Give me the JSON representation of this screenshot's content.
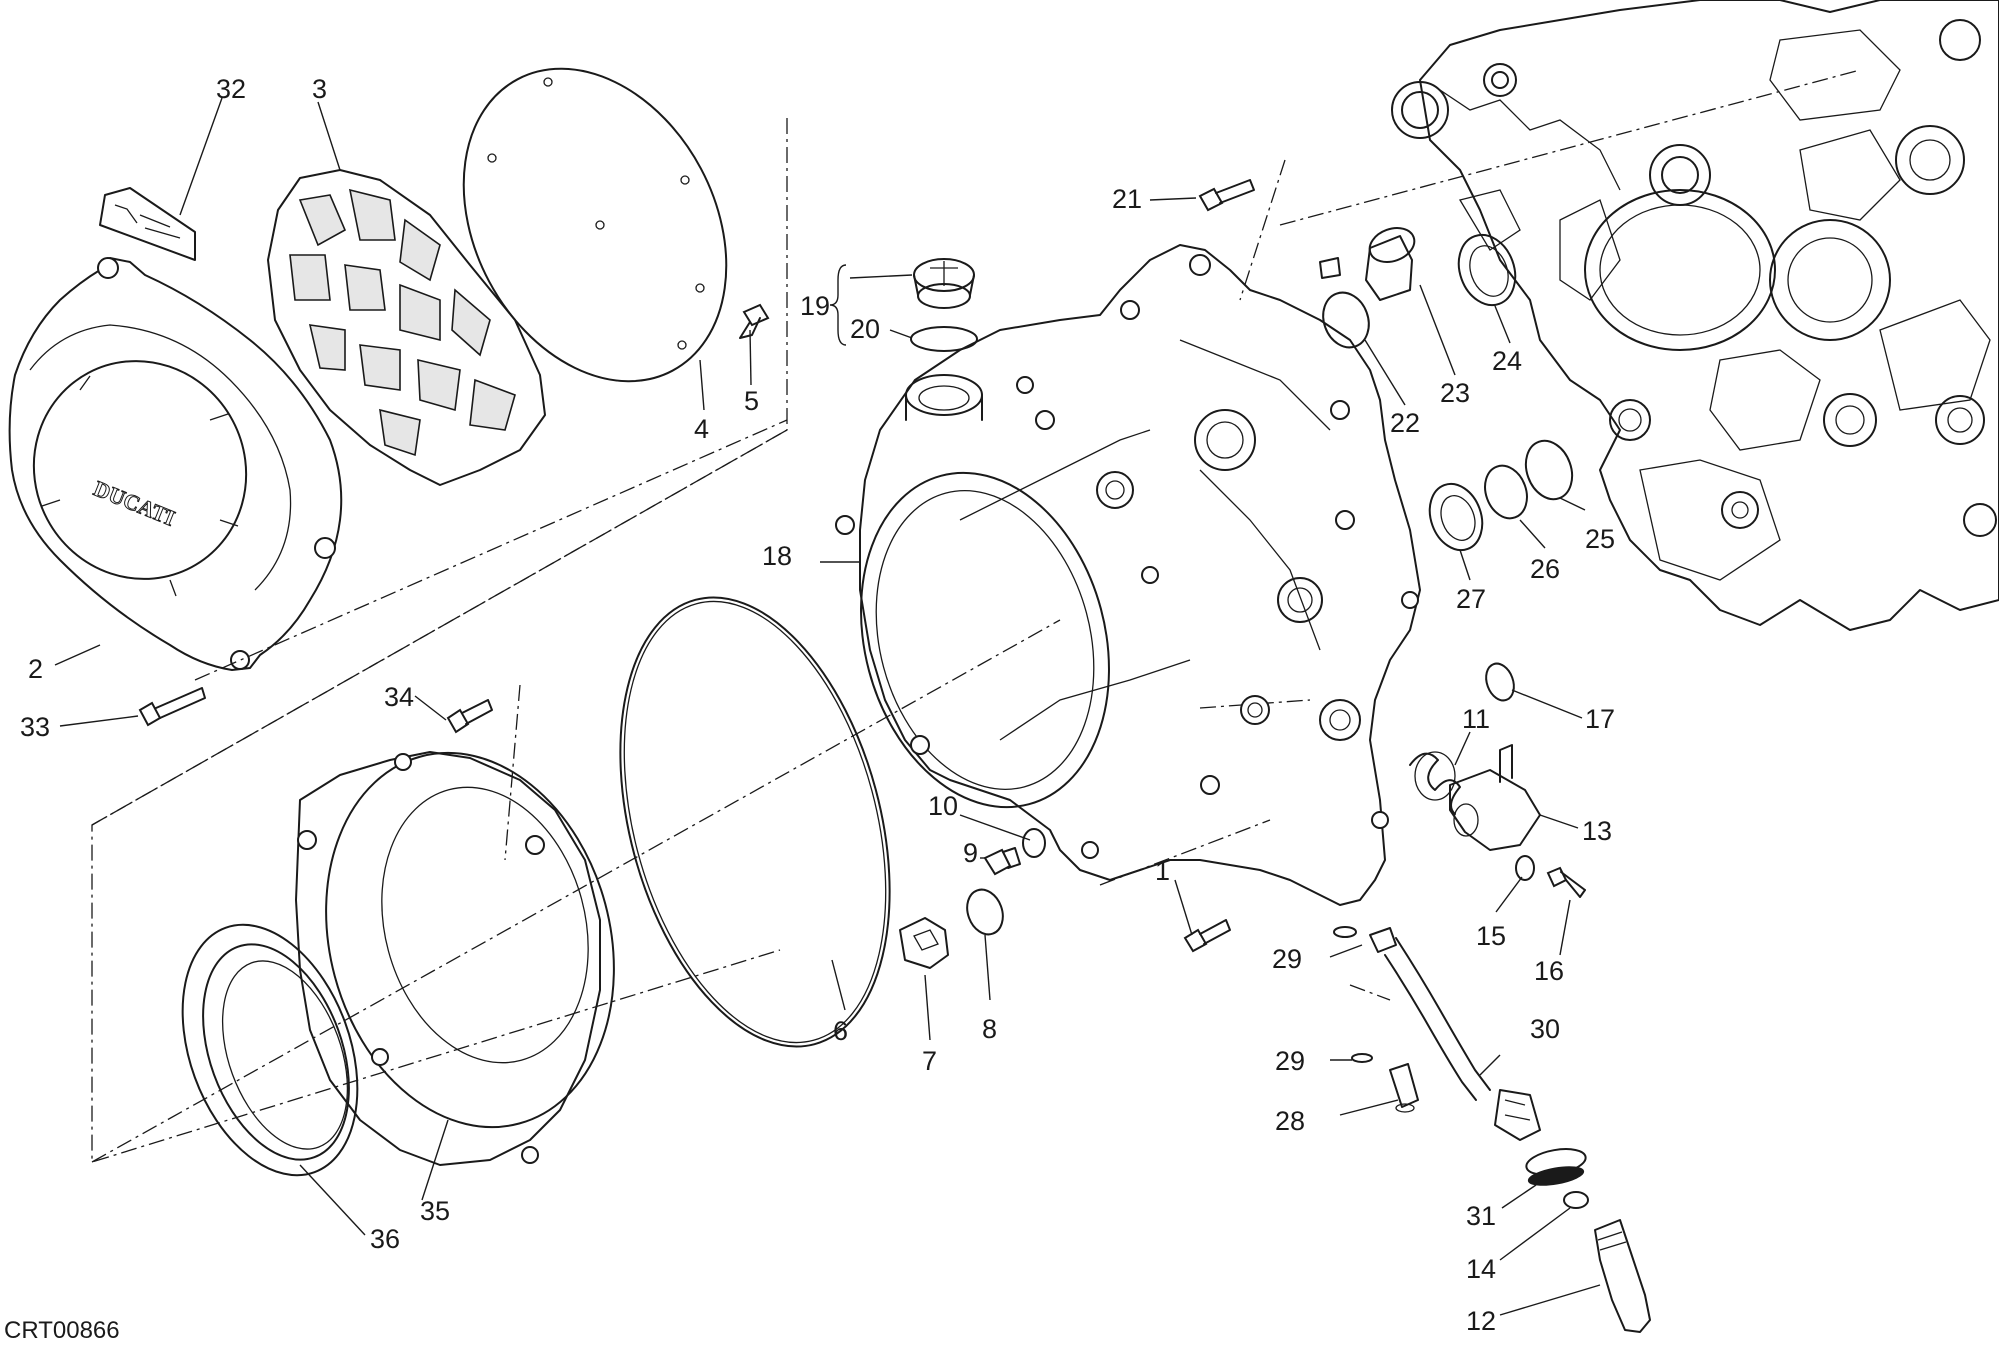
{
  "diagram_code": "CRT00866",
  "callouts": [
    {
      "id": "1",
      "label": "1"
    },
    {
      "id": "2",
      "label": "2"
    },
    {
      "id": "3",
      "label": "3"
    },
    {
      "id": "4",
      "label": "4"
    },
    {
      "id": "5",
      "label": "5"
    },
    {
      "id": "6",
      "label": "6"
    },
    {
      "id": "7",
      "label": "7"
    },
    {
      "id": "8",
      "label": "8"
    },
    {
      "id": "9",
      "label": "9"
    },
    {
      "id": "10",
      "label": "10"
    },
    {
      "id": "11",
      "label": "11"
    },
    {
      "id": "12",
      "label": "12"
    },
    {
      "id": "13",
      "label": "13"
    },
    {
      "id": "14",
      "label": "14"
    },
    {
      "id": "15",
      "label": "15"
    },
    {
      "id": "16",
      "label": "16"
    },
    {
      "id": "17",
      "label": "17"
    },
    {
      "id": "18",
      "label": "18"
    },
    {
      "id": "19",
      "label": "19"
    },
    {
      "id": "20",
      "label": "20"
    },
    {
      "id": "21",
      "label": "21"
    },
    {
      "id": "22",
      "label": "22"
    },
    {
      "id": "23",
      "label": "23"
    },
    {
      "id": "24",
      "label": "24"
    },
    {
      "id": "25",
      "label": "25"
    },
    {
      "id": "26",
      "label": "26"
    },
    {
      "id": "27",
      "label": "27"
    },
    {
      "id": "28",
      "label": "28"
    },
    {
      "id": "29a",
      "label": "29"
    },
    {
      "id": "29b",
      "label": "29"
    },
    {
      "id": "30",
      "label": "30"
    },
    {
      "id": "31",
      "label": "31"
    },
    {
      "id": "32",
      "label": "32"
    },
    {
      "id": "33",
      "label": "33"
    },
    {
      "id": "34",
      "label": "34"
    },
    {
      "id": "35",
      "label": "35"
    },
    {
      "id": "36",
      "label": "36"
    }
  ],
  "cover_logo_text": "DUCATI"
}
